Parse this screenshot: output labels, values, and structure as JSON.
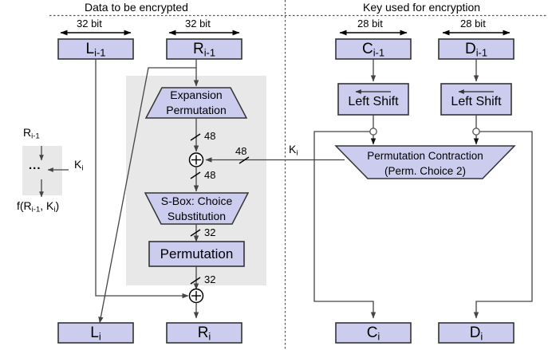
{
  "diagram": {
    "title_left": "Data to be encrypted",
    "title_right": "Key used for encryption",
    "colors": {
      "box_fill": "#ccccee",
      "box_stroke": "#333333",
      "region_fill": "#e8e8e8",
      "line": "#444444",
      "text": "#000000",
      "divider": "#555555"
    }
  },
  "measures": {
    "data_left": "32 bit",
    "data_right": "32 bit",
    "key_left": "28 bit",
    "key_right": "28 bit"
  },
  "data_path": {
    "in_left": "L",
    "in_left_sub": "i-1",
    "in_right": "R",
    "in_right_sub": "i-1",
    "out_left": "L",
    "out_left_sub": "i",
    "out_right": "R",
    "out_right_sub": "i",
    "expansion_line1": "Expansion",
    "expansion_line2": "Permutation",
    "sbox_line1": "S-Box: Choice",
    "sbox_line2": "Substitution",
    "permutation": "Permutation",
    "width_after_expansion": "48",
    "width_after_xor": "48",
    "width_after_sbox": "32",
    "width_after_permutation": "32",
    "subkey_width": "48"
  },
  "key_path": {
    "in_left": "C",
    "in_left_sub": "i-1",
    "in_right": "D",
    "in_right_sub": "i-1",
    "out_left": "C",
    "out_left_sub": "i",
    "out_right": "D",
    "out_right_sub": "i",
    "shift_left_label": "Left Shift",
    "shift_right_label": "Left Shift",
    "contraction_line1": "Permutation Contraction",
    "contraction_line2": "(Perm. Choice 2)",
    "subkey_label": "K",
    "subkey_sub": "i"
  },
  "legend": {
    "input": "R",
    "input_sub": "i-1",
    "key": "K",
    "key_sub": "i",
    "function": "f(R",
    "function_sub1": "i-1",
    "function_mid": ", K",
    "function_sub2": "i",
    "function_end": ")",
    "dots": "..."
  }
}
